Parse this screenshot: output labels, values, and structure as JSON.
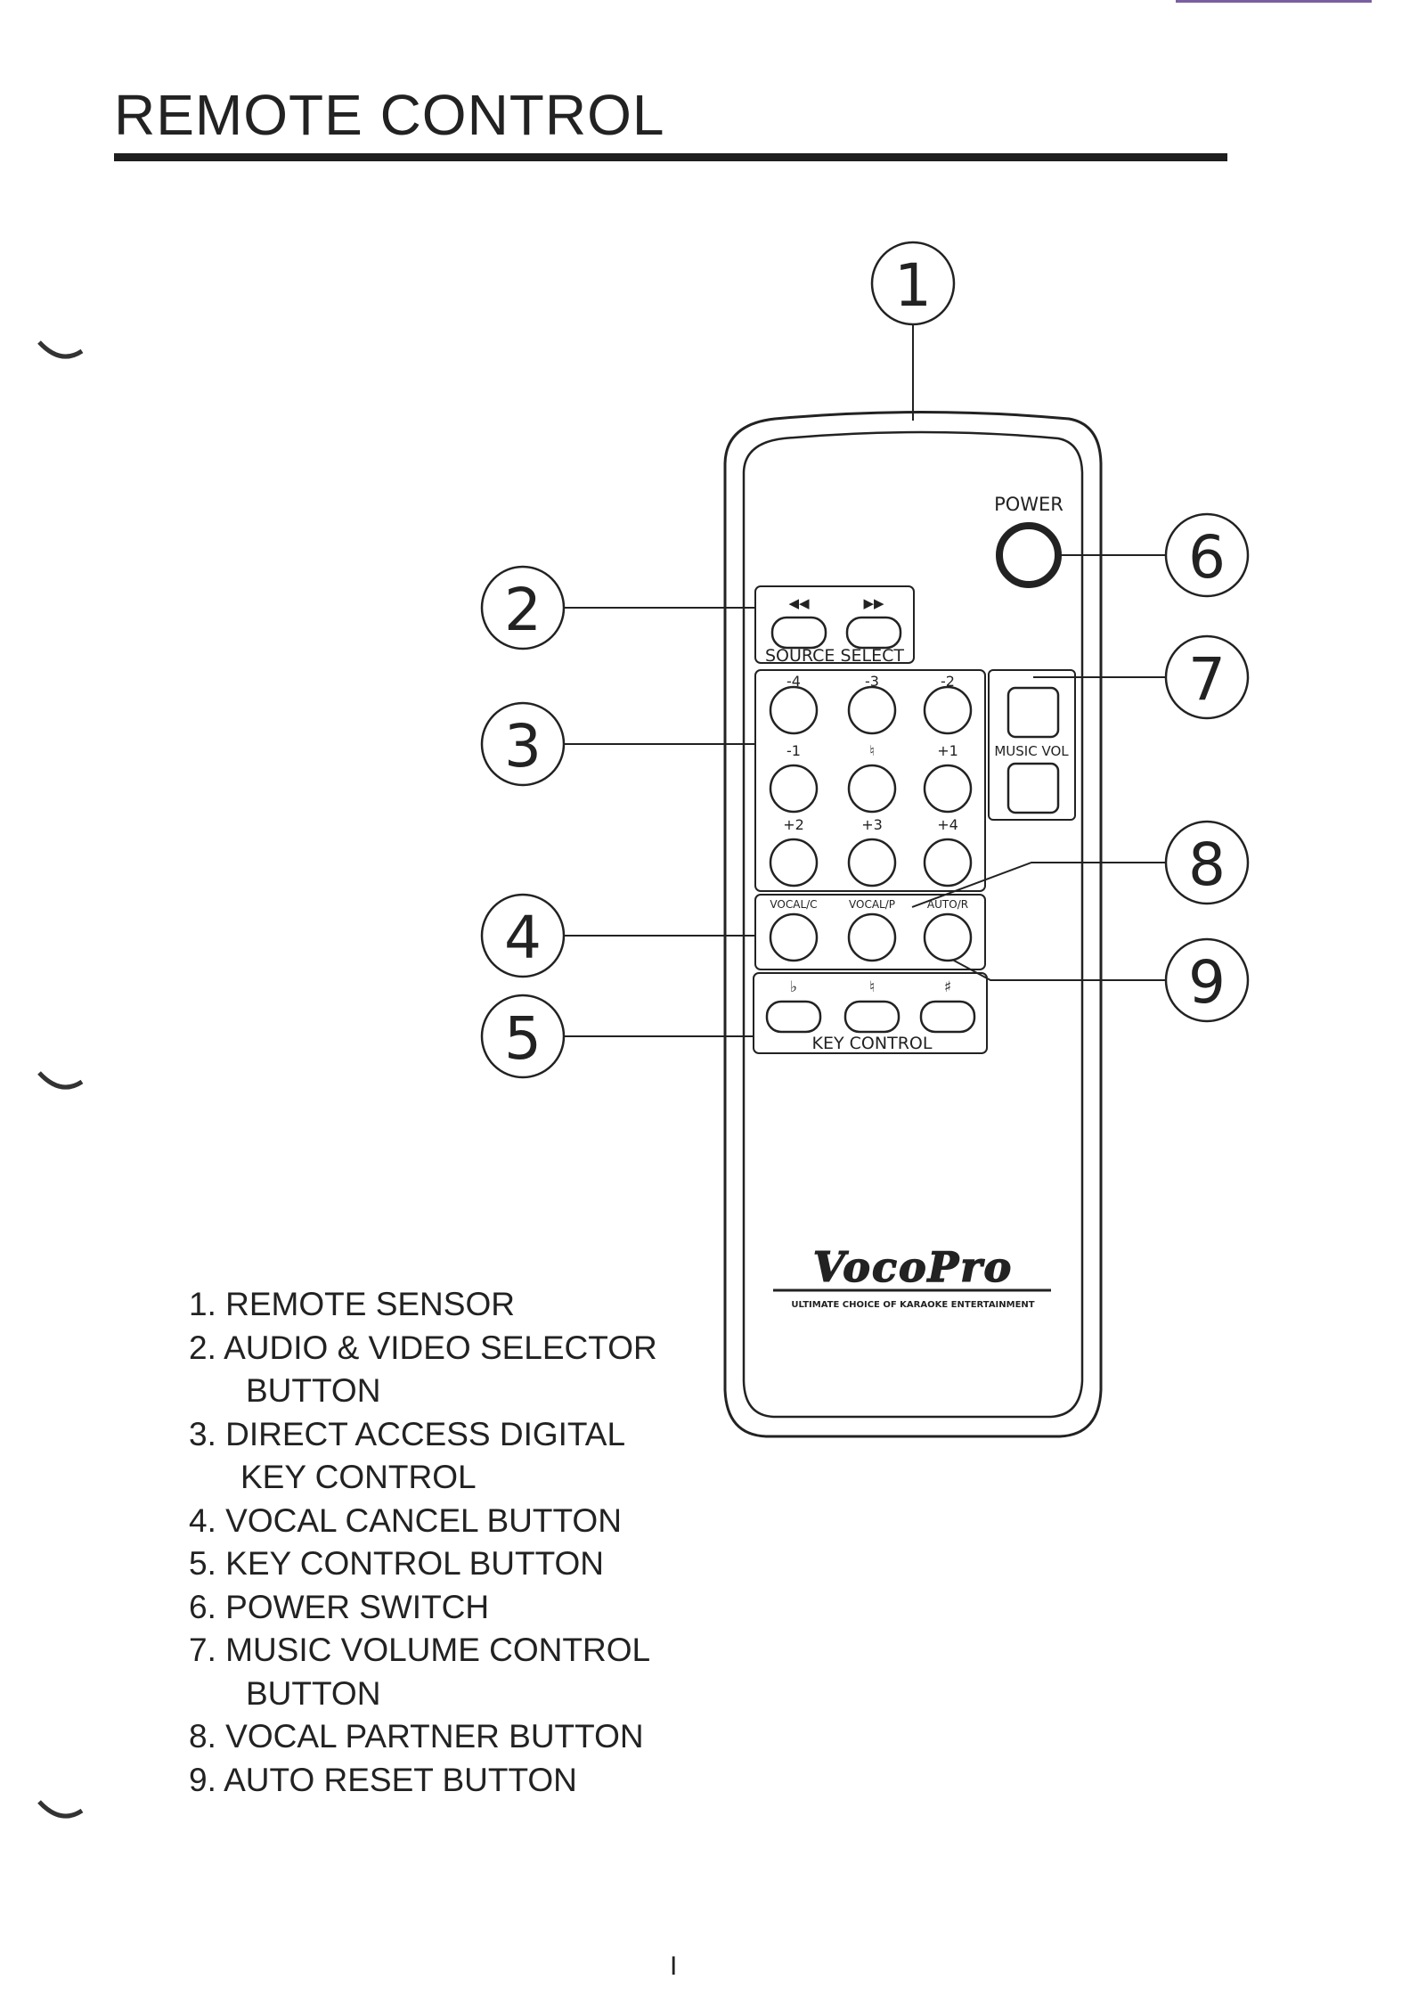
{
  "page": {
    "title": "REMOTE CONTROL",
    "page_number": "I"
  },
  "callouts": [
    "1",
    "2",
    "3",
    "4",
    "5",
    "6",
    "7",
    "8",
    "9"
  ],
  "remote": {
    "power_label": "POWER",
    "source_select_label": "SOURCE SELECT",
    "source_rewind_glyph": "◀◀",
    "source_forward_glyph": "▶▶",
    "direct_keys": [
      "-4",
      "-3",
      "-2",
      "-1",
      "♮",
      "+1",
      "+2",
      "+3",
      "+4"
    ],
    "music_vol_label": "MUSIC VOL",
    "vocal_buttons": [
      "VOCAL/C",
      "VOCAL/P",
      "AUTO/R"
    ],
    "key_symbols": [
      "♭",
      "♮",
      "♯"
    ],
    "key_control_label": "KEY CONTROL",
    "brand": "VocoPro",
    "tagline": "ULTIMATE CHOICE OF KARAOKE ENTERTAINMENT"
  },
  "legend": {
    "items": [
      {
        "num": "1.",
        "text": "REMOTE SENSOR"
      },
      {
        "num": "2.",
        "text": "AUDIO & VIDEO SELECTOR",
        "cont": "BUTTON"
      },
      {
        "num": "3.",
        "text": "DIRECT ACCESS DIGITAL",
        "cont": "KEY CONTROL"
      },
      {
        "num": "4.",
        "text": "VOCAL CANCEL BUTTON"
      },
      {
        "num": "5.",
        "text": "KEY CONTROL BUTTON"
      },
      {
        "num": "6.",
        "text": "POWER SWITCH"
      },
      {
        "num": "7.",
        "text": "MUSIC VOLUME CONTROL",
        "cont": "BUTTON"
      },
      {
        "num": "8.",
        "text": "VOCAL PARTNER BUTTON"
      },
      {
        "num": "9.",
        "text": "AUTO RESET BUTTON"
      }
    ]
  }
}
